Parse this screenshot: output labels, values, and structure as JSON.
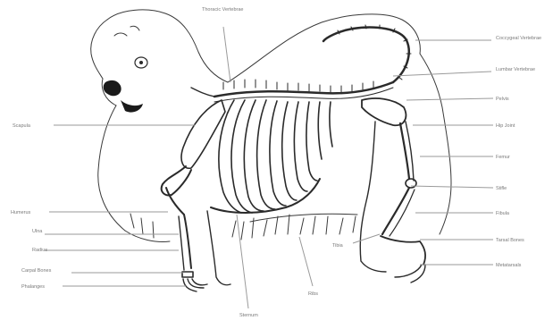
{
  "labels": {
    "top": "Thoracic Vertebrae",
    "right_1": "Coccygeal Vertebrae",
    "right_2": "Lumbar Vertebrae",
    "right_3": "Pelvis",
    "right_4": "Hip Joint",
    "right_5": "Femur",
    "right_6": "Stifle",
    "right_7": "Fibula",
    "right_8": "Tarsal Bones",
    "right_9": "Metatarsals",
    "left_1": "Scapula",
    "left_2": "Humerus",
    "left_3": "Ulna",
    "left_4": "Radius",
    "left_5": "Carpal Bones",
    "left_6": "Phalanges",
    "tibia": "Tibia",
    "ribs": "Ribs",
    "sternum": "Sternum"
  }
}
